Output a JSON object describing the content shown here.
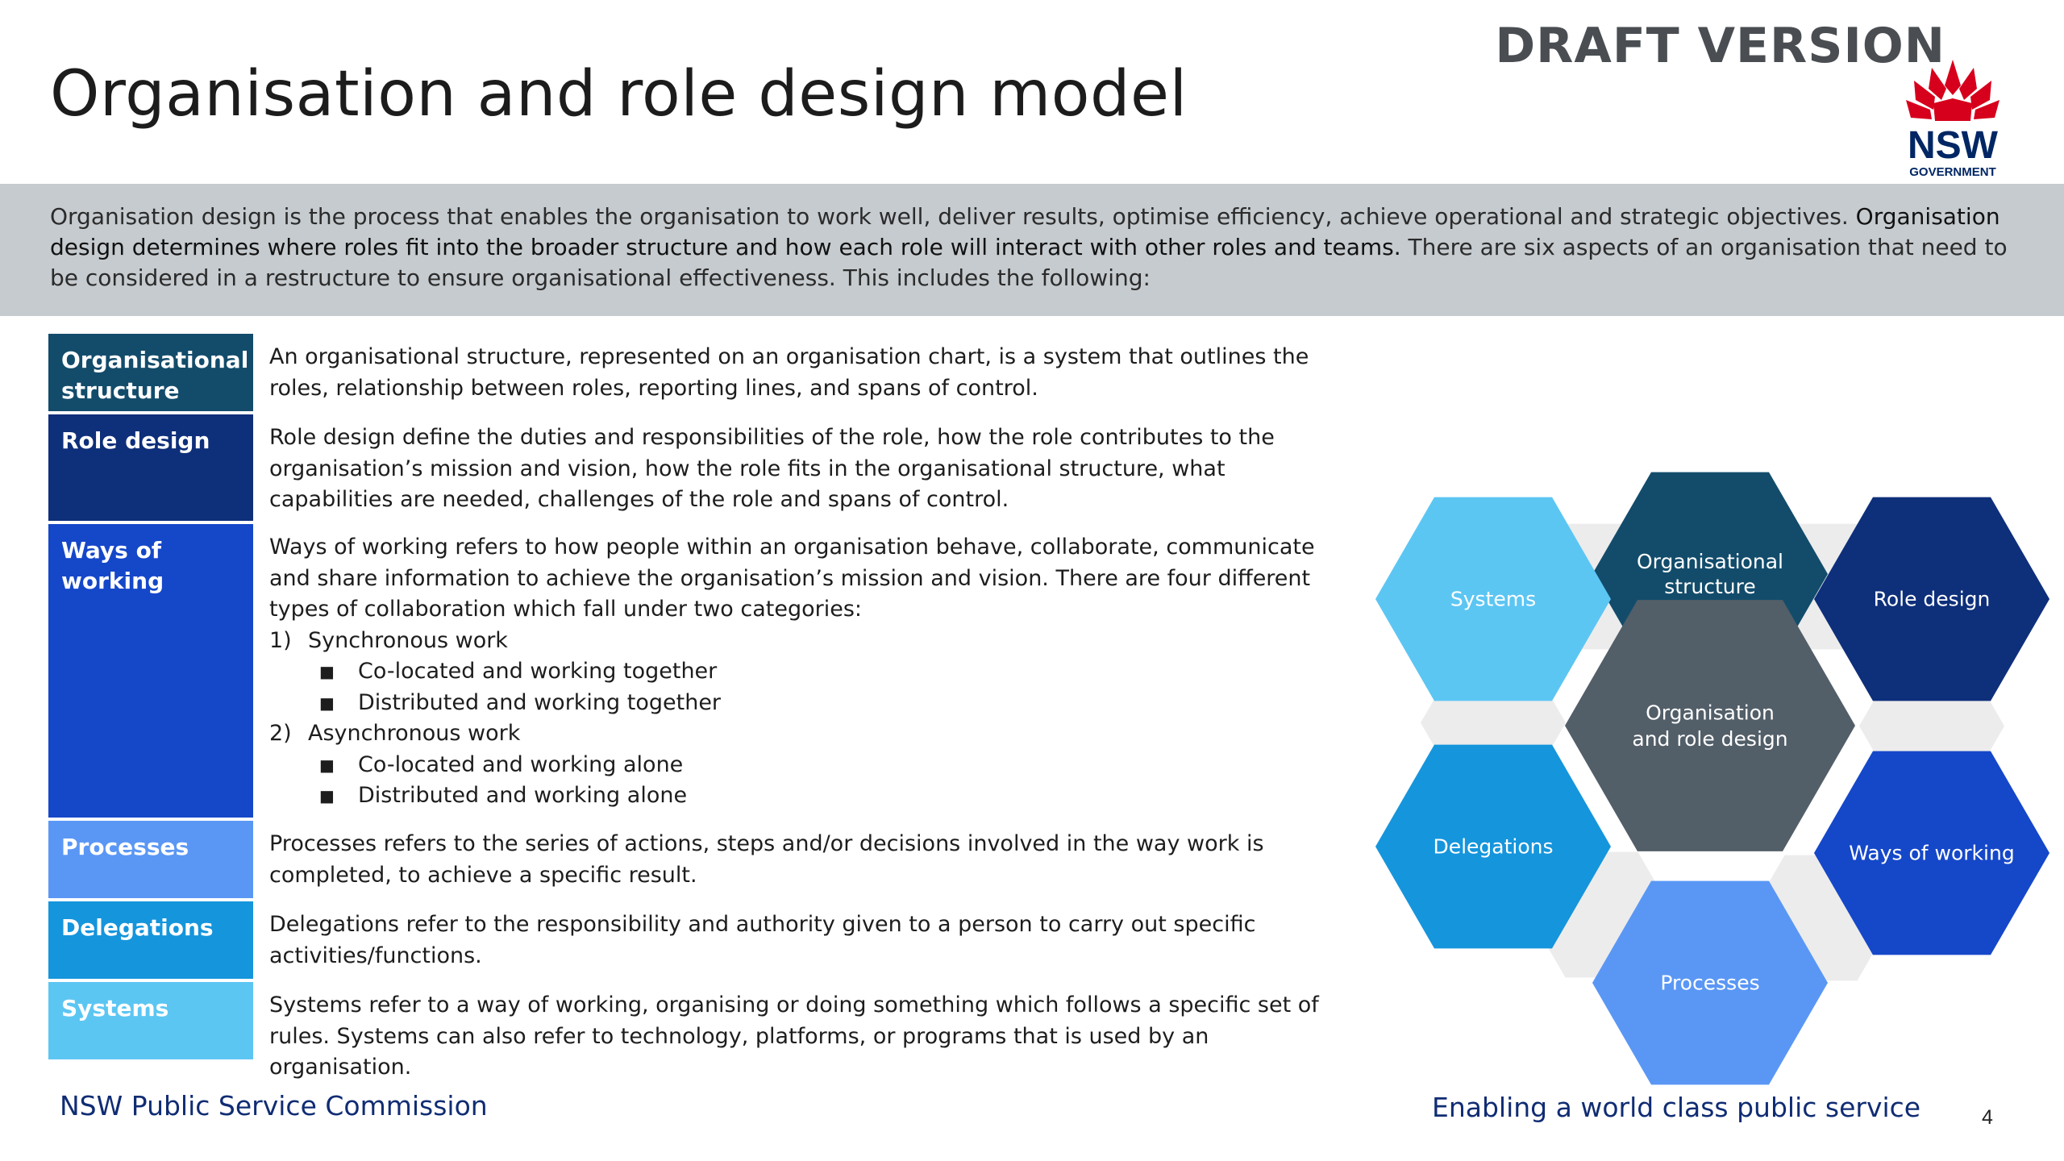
{
  "header": {
    "title": "Organisation and role design model",
    "draft_label": "DRAFT VERSION",
    "logo": {
      "wordmark": "NSW",
      "sub": "GOVERNMENT",
      "icon": "waratah-icon"
    }
  },
  "banner": {
    "text_a": "Organisation design is the process that enables the organisation to work well, deliver results, optimise efficiency, achieve operational and strategic objectives. ",
    "text_b": "Organisation design determines where roles fit into the broader structure and how each role will interact with other roles and teams.",
    "text_c": " There are six aspects of an organisation that need to be considered in a restructure to ensure organisational effectiveness. This includes the following:"
  },
  "aspects": [
    {
      "label": "Organisational structure",
      "color": "#134c6b",
      "desc": "An organisational structure, represented on an organisation chart, is a system that outlines the roles, relationship between roles, reporting lines, and spans of control."
    },
    {
      "label": "Role design",
      "color": "#0e2f7a",
      "desc": "Role design define the duties and responsibilities of the role, how the role contributes to the organisation’s mission and vision, how the role fits in the organisational structure, what capabilities are needed, challenges of the role and spans of control."
    },
    {
      "label": "Ways of working",
      "color": "#1547c9",
      "desc": "Ways of working refers to how people within an organisation behave, collaborate, communicate and share information to achieve the organisation’s mission and vision. There are four different types of collaboration which fall under two categories:",
      "groups": [
        {
          "num": "1)",
          "title": "Synchronous work",
          "items": [
            "Co-located and working together",
            "Distributed and working together"
          ]
        },
        {
          "num": "2)",
          "title": "Asynchronous work",
          "items": [
            "Co-located and working alone",
            "Distributed and working alone"
          ]
        }
      ]
    },
    {
      "label": "Processes",
      "color": "#5a97f5",
      "desc": "Processes refers to the series of actions, steps and/or decisions involved in the way work is completed, to achieve a specific result."
    },
    {
      "label": "Delegations",
      "color": "#1595dc",
      "desc": "Delegations refer to the responsibility and authority given to a person to carry out specific activities/functions."
    },
    {
      "label": "Systems",
      "color": "#5cc6f3",
      "desc": "Systems refer to a way of working, organising or doing something which follows a specific set of rules. Systems can also refer to technology, platforms, or programs that is used by an organisation."
    }
  ],
  "diagram": {
    "center": "Organisation and role design",
    "center_color": "#525e68",
    "nodes": [
      {
        "label": "Organisational structure",
        "color": "#134c6b"
      },
      {
        "label": "Role design",
        "color": "#0e2f7a"
      },
      {
        "label": "Ways of working",
        "color": "#1547c9"
      },
      {
        "label": "Processes",
        "color": "#5a97f5"
      },
      {
        "label": "Delegations",
        "color": "#1595dc"
      },
      {
        "label": "Systems",
        "color": "#5cc6f3"
      }
    ]
  },
  "footer": {
    "left": "NSW Public Service Commission",
    "right": "Enabling a world class public service",
    "page": "4"
  }
}
